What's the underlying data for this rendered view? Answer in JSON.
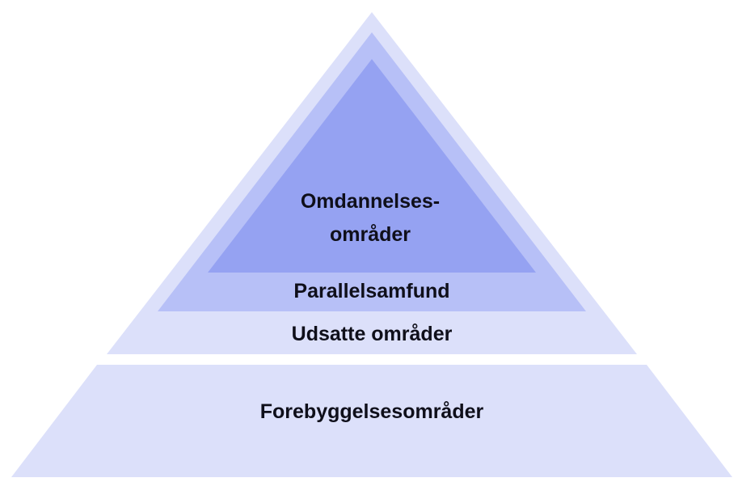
{
  "diagram": {
    "levels": {
      "top": {
        "line1": "Omdannelses-",
        "line2": "områder"
      },
      "parallel": {
        "label": "Parallelsamfund"
      },
      "exposed": {
        "label": "Udsatte områder"
      },
      "base": {
        "label": "Forebyggelsesområder"
      }
    },
    "colors": {
      "outer": "#dce0fa",
      "middle": "#b7c0f7",
      "inner": "#95a2f2",
      "text": "#0f0f1a"
    }
  }
}
